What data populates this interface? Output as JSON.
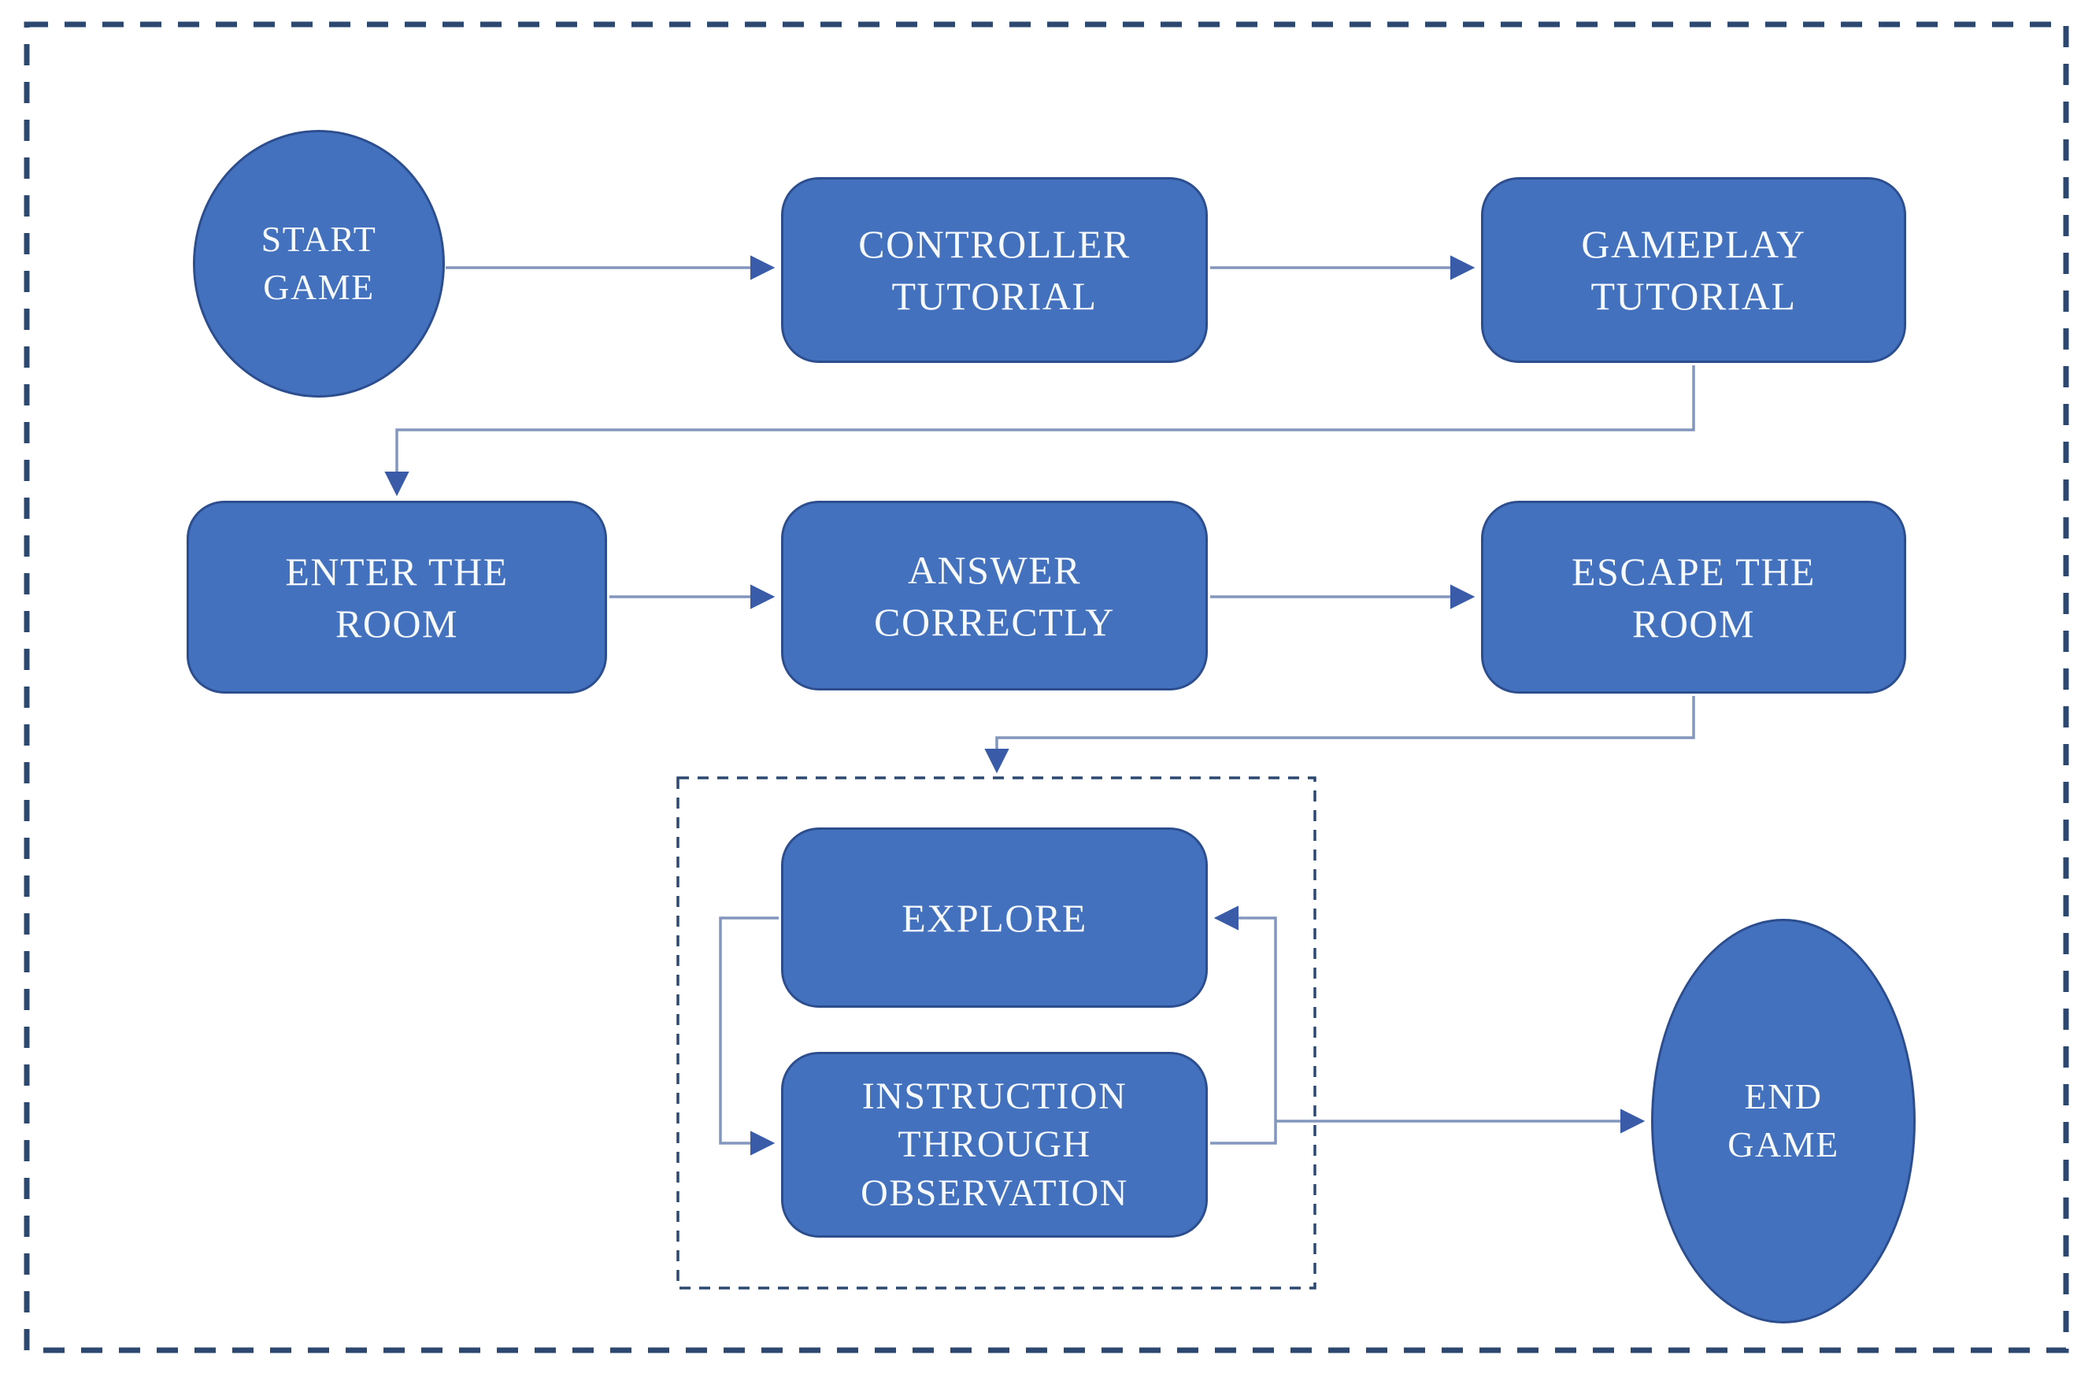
{
  "diagram": {
    "type": "flowchart",
    "nodes": {
      "start_game": {
        "label": "START\nGAME",
        "shape": "circle"
      },
      "controller": {
        "label": "CONTROLLER\nTUTORIAL",
        "shape": "rounded-rect"
      },
      "gameplay": {
        "label": "GAMEPLAY\nTUTORIAL",
        "shape": "rounded-rect"
      },
      "enter_room": {
        "label": "ENTER THE\nROOM",
        "shape": "rounded-rect"
      },
      "answer_correctly": {
        "label": "ANSWER\nCORRECTLY",
        "shape": "rounded-rect"
      },
      "escape_room": {
        "label": "ESCAPE THE\nROOM",
        "shape": "rounded-rect"
      },
      "explore": {
        "label": "EXPLORE",
        "shape": "rounded-rect"
      },
      "instruction": {
        "label": "INSTRUCTION\nTHROUGH\nOBSERVATION",
        "shape": "rounded-rect"
      },
      "end_game": {
        "label": "END\nGAME",
        "shape": "ellipse"
      }
    },
    "edges": [
      {
        "from": "start_game",
        "to": "controller"
      },
      {
        "from": "controller",
        "to": "gameplay"
      },
      {
        "from": "gameplay",
        "to": "enter_room"
      },
      {
        "from": "enter_room",
        "to": "answer_correctly"
      },
      {
        "from": "answer_correctly",
        "to": "escape_room"
      },
      {
        "from": "escape_room",
        "to": "loop_group"
      },
      {
        "from": "explore",
        "to": "instruction"
      },
      {
        "from": "instruction",
        "to": "explore"
      },
      {
        "from": "loop_group",
        "to": "end_game"
      }
    ]
  },
  "colors": {
    "node_fill": "#4471BE",
    "node_stroke": "#2C4E8E",
    "line": "#8396BE",
    "arrowhead": "#3A5CA8",
    "outer_dash": "#2C4870",
    "inner_dash": "#2C4870",
    "background": "#FFFFFF",
    "text": "#F7FAFD"
  }
}
